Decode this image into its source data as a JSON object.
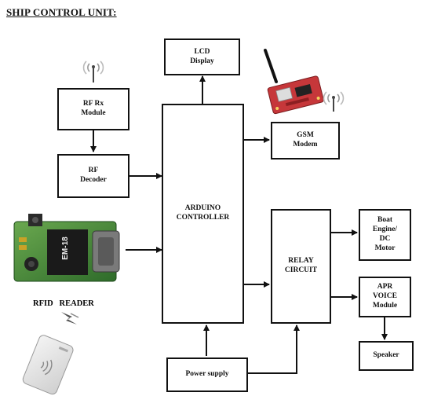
{
  "title": "SHIP CONTROL UNIT:",
  "blocks": {
    "lcd": "LCD\nDisplay",
    "rf_rx": "RF Rx\nModule",
    "rf_decoder": "RF\nDecoder",
    "gsm": "GSM\nModem",
    "arduino": "ARDUINO\nCONTROLLER",
    "relay": "RELAY\nCIRCUIT",
    "boat_engine": "Boat\nEngine/\nDC\nMotor",
    "apr_voice": "APR\nVOICE\nModule",
    "speaker": "Speaker",
    "power_supply": "Power supply"
  },
  "labels": {
    "rfid_reader": "RFID   READER",
    "rfid_module_text": "EM-18"
  },
  "icons": [
    "antenna-signal-icon",
    "gsm-board-icon",
    "rfid-reader-board-icon",
    "rfid-card-icon",
    "wireless-lightning-icon"
  ]
}
